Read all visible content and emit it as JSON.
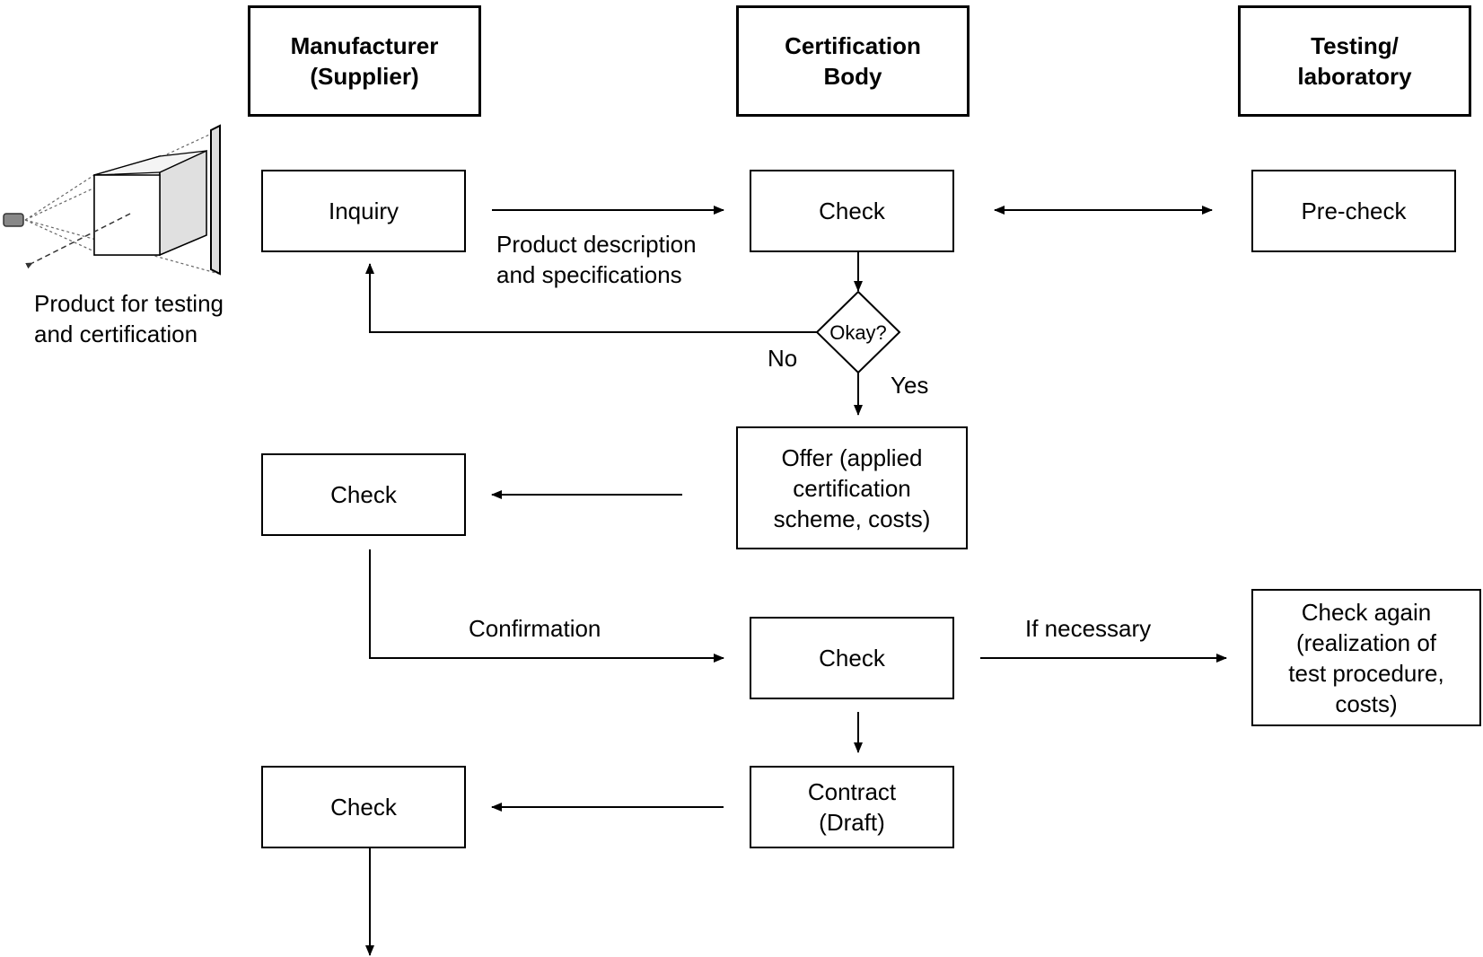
{
  "headers": {
    "manufacturer": "Manufacturer\n(Supplier)",
    "certification_body": "Certification\nBody",
    "testing_lab": "Testing/\nlaboratory"
  },
  "product_label": "Product for testing\nand certification",
  "nodes": {
    "inquiry": "Inquiry",
    "cb_check_1": "Check",
    "pre_check": "Pre-check",
    "decision": "Okay?",
    "offer": "Offer (applied\ncertification\nscheme, costs)",
    "mfr_check_1": "Check",
    "cb_check_2": "Check",
    "check_again": "Check again\n(realization of\ntest procedure,\ncosts)",
    "contract": "Contract\n(Draft)",
    "mfr_check_2": "Check"
  },
  "edge_labels": {
    "product_description": "Product description\nand specifications",
    "no": "No",
    "yes": "Yes",
    "confirmation": "Confirmation",
    "if_necessary": "If necessary"
  }
}
